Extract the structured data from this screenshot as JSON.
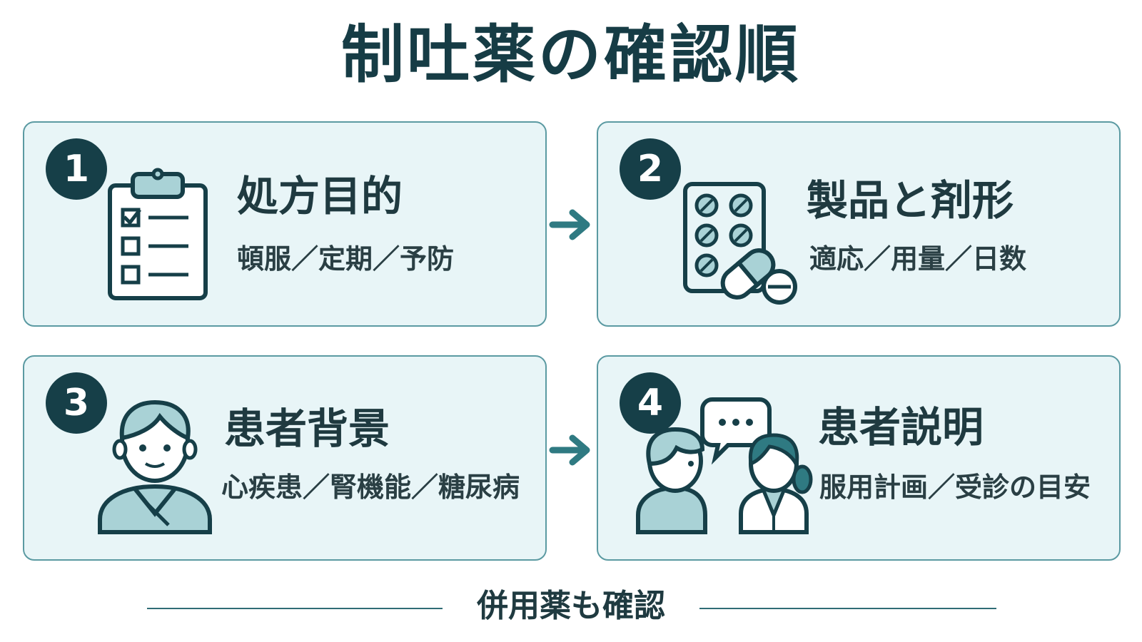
{
  "title": "制吐薬の確認順",
  "steps": [
    {
      "number": "1",
      "title": "処方目的",
      "subtitle": "頓服／定期／予防",
      "icon": "clipboard-checklist-icon"
    },
    {
      "number": "2",
      "title": "製品と剤形",
      "subtitle": "適応／用量／日数",
      "icon": "pills-blister-icon"
    },
    {
      "number": "3",
      "title": "患者背景",
      "subtitle": "心疾患／腎機能／糖尿病",
      "icon": "patient-icon"
    },
    {
      "number": "4",
      "title": "患者説明",
      "subtitle": "服用計画／受診の目安",
      "icon": "consultation-icon"
    }
  ],
  "footer": "併用薬も確認",
  "colors": {
    "accent": "#2f7a82",
    "dark": "#163f48",
    "card_bg": "#e8f5f7",
    "card_border": "#5b9aa2",
    "icon_fill": "#a9d2d6"
  }
}
